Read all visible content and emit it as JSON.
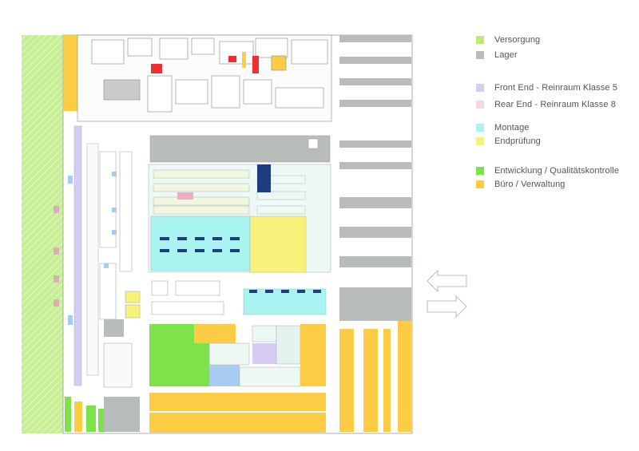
{
  "legend": {
    "items": [
      {
        "label": "Versorgung",
        "color": "#b8ec7a"
      },
      {
        "label": "Lager",
        "color": "#b8bcba"
      },
      {
        "label": "Front End - Reinraum Klasse 5",
        "color": "#d7ccf2"
      },
      {
        "label": "Rear End - Reinraum Klasse 8",
        "color": "#f4d7e6"
      },
      {
        "label": "Montage",
        "color": "#a9f3f1"
      },
      {
        "label": "Endprüfung",
        "color": "#f7f27a"
      },
      {
        "label": "Entwicklung / Qualitätskontrolle",
        "color": "#7ee24b"
      },
      {
        "label": "Büro / Verwaltung",
        "color": "#fccc45"
      }
    ]
  },
  "icons": {
    "inbound_arrow": "arrow-left-icon",
    "outbound_arrow": "arrow-right-icon"
  },
  "colors": {
    "versorgung": "#b8ec7a",
    "lager": "#b8bcba",
    "frontend": "#d7ccf2",
    "rearend": "#f4d7e6",
    "montage": "#a9f3f1",
    "endpruefung": "#f7f27a",
    "entwicklung": "#7ee24b",
    "buero": "#fccc45",
    "office_pale": "#eef8f4",
    "office_blue": "#a8ccf0",
    "red": "#ee3030",
    "wall": "#888888"
  }
}
